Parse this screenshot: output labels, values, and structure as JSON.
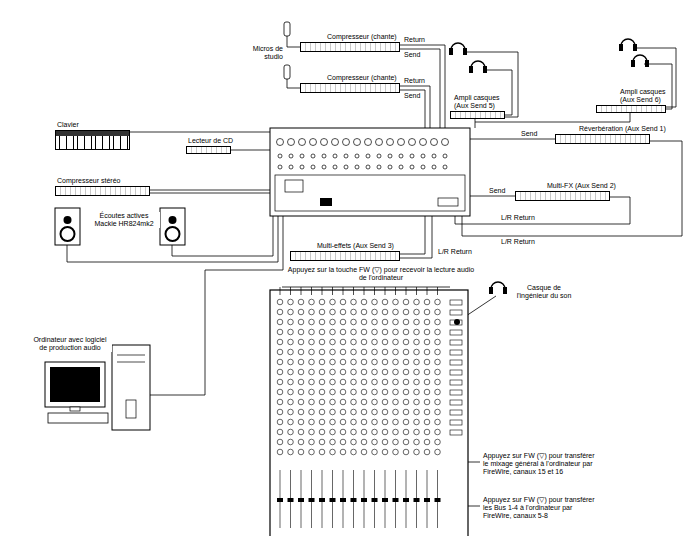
{
  "diagram": {
    "nodes": [
      {
        "text": [
          "Compresseur (chante)"
        ]
      },
      {
        "text": [
          "Compresseur (chante)"
        ]
      },
      {
        "text": [
          "Ampli casques (Aux Send 5)"
        ]
      },
      {
        "text": [
          "Ampli casques (Aux Send 6)"
        ]
      },
      {
        "text": [
          "Clavier"
        ]
      },
      {
        "text": [
          "Lecteur de CD"
        ]
      },
      {
        "text": [
          "Réverbération (Aux Send 1)"
        ]
      },
      {
        "text": [
          "Compresseur stéréo"
        ]
      },
      {
        "text": [
          "Multi-FX (Aux Send 2)"
        ]
      },
      {
        "text": [
          "Multi-effets (Aux Send 3)"
        ]
      }
    ],
    "labels": [
      "Micros de studio",
      "Return",
      "Send",
      "Return",
      "Send",
      "Send",
      "Send",
      "L/R Return",
      "L/R Return",
      "L/R Return",
      "Écoutes actives Mackie HR824mk2",
      "Ordinateur avec logiciel de production audio",
      "Appuyez sur la touche FW (▽) pour recevoir la lecture audio de l'ordinateur",
      "Casque de l'ingénieur du son",
      "Appuyez sur FW (▽) pour transférer le mixage général à l'ordinateur par FireWire, canaux 15 et 16",
      "Appuyez sur FW (▽) pour transférer les Bus 1-4 à l'ordinateur par FireWire, canaux 5-8"
    ]
  }
}
